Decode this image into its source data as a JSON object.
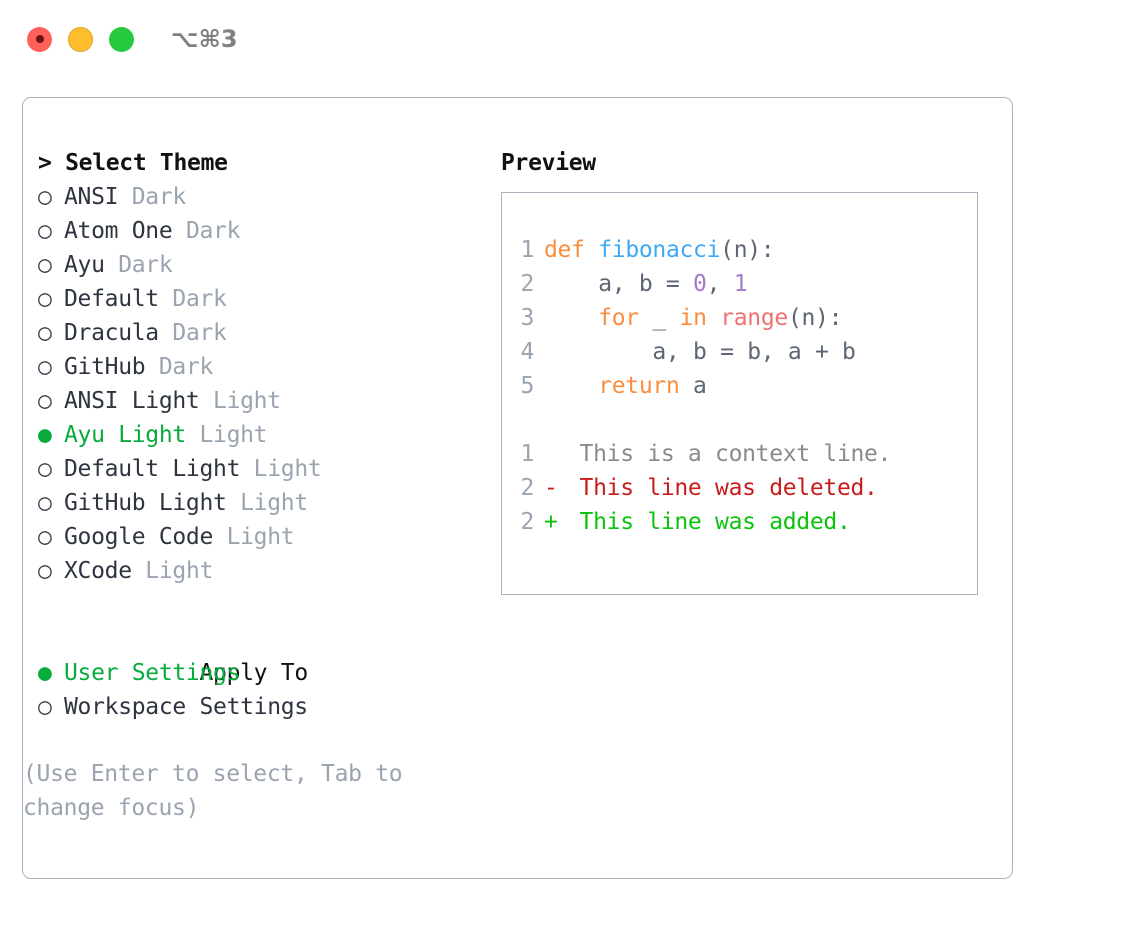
{
  "titlebar": {
    "buttons": [
      {
        "name": "close",
        "color": "#ff6059"
      },
      {
        "name": "minimize",
        "color": "#ffbe2e"
      },
      {
        "name": "zoom",
        "color": "#27c93f"
      }
    ],
    "shortcut": "⌥⌘3"
  },
  "theme_picker": {
    "heading": "> Select Theme",
    "selected_marker": "●",
    "unselected_marker": "○",
    "items": [
      {
        "name": "ANSI",
        "kind": "Dark",
        "selected": false
      },
      {
        "name": "Atom One",
        "kind": "Dark",
        "selected": false
      },
      {
        "name": "Ayu",
        "kind": "Dark",
        "selected": false
      },
      {
        "name": "Default",
        "kind": "Dark",
        "selected": false
      },
      {
        "name": "Dracula",
        "kind": "Dark",
        "selected": false
      },
      {
        "name": "GitHub",
        "kind": "Dark",
        "selected": false
      },
      {
        "name": "ANSI Light",
        "kind": "Light",
        "selected": false
      },
      {
        "name": "Ayu Light",
        "kind": "Light",
        "selected": true
      },
      {
        "name": "Default Light",
        "kind": "Light",
        "selected": false
      },
      {
        "name": "GitHub Light",
        "kind": "Light",
        "selected": false
      },
      {
        "name": "Google Code",
        "kind": "Light",
        "selected": false
      },
      {
        "name": "XCode",
        "kind": "Light",
        "selected": false
      }
    ]
  },
  "apply_to": {
    "heading": "Apply To",
    "items": [
      {
        "label": "User Settings",
        "selected": true
      },
      {
        "label": "Workspace Settings",
        "selected": false
      }
    ]
  },
  "hint": "(Use Enter to select, Tab to change focus)",
  "preview": {
    "title": "Preview",
    "code_lines": [
      {
        "number": "1",
        "tokens": [
          {
            "t": "def",
            "c": "kw"
          },
          {
            "t": " ",
            "c": "pl"
          },
          {
            "t": "fibonacci",
            "c": "fn"
          },
          {
            "t": "(n):",
            "c": "pl"
          }
        ]
      },
      {
        "number": "2",
        "tokens": [
          {
            "t": "    a, b = ",
            "c": "pl"
          },
          {
            "t": "0",
            "c": "num"
          },
          {
            "t": ", ",
            "c": "pl"
          },
          {
            "t": "1",
            "c": "num"
          }
        ]
      },
      {
        "number": "3",
        "tokens": [
          {
            "t": "    ",
            "c": "pl"
          },
          {
            "t": "for",
            "c": "kw"
          },
          {
            "t": " _ ",
            "c": "pl"
          },
          {
            "t": "in",
            "c": "kw"
          },
          {
            "t": " ",
            "c": "pl"
          },
          {
            "t": "range",
            "c": "bi"
          },
          {
            "t": "(n):",
            "c": "pl"
          }
        ]
      },
      {
        "number": "4",
        "tokens": [
          {
            "t": "        a, b = b, a + b",
            "c": "pl"
          }
        ]
      },
      {
        "number": "5",
        "tokens": [
          {
            "t": "    ",
            "c": "pl"
          },
          {
            "t": "return",
            "c": "kw"
          },
          {
            "t": " a",
            "c": "pl"
          }
        ]
      }
    ],
    "diff_lines": [
      {
        "number": "1",
        "marker": " ",
        "text": " This is a context line.",
        "kind": "diff-ctx"
      },
      {
        "number": "2",
        "marker": "-",
        "text": " This line was deleted.",
        "kind": "diff-del"
      },
      {
        "number": "2",
        "marker": "+",
        "text": " This line was added.",
        "kind": "diff-add"
      }
    ]
  },
  "colors": {
    "accent_green": "#07ab3e",
    "muted_gray": "#9aa3b0",
    "border": "#aab3c0",
    "keyword_orange": "#fa8d3e",
    "function_blue": "#3fa9f5",
    "builtin_red": "#f07171",
    "number_purple": "#a37acc",
    "plain_gray": "#5c6773",
    "diff_delete": "#c81d1d",
    "diff_add": "#0ac30a"
  }
}
